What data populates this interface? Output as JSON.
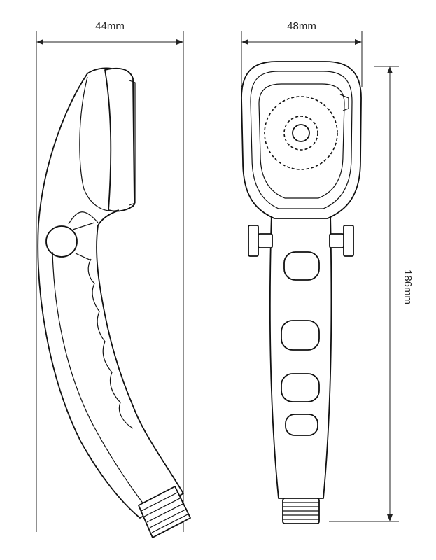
{
  "dimensions": {
    "side_width": "44mm",
    "front_width": "48mm",
    "height": "186mm"
  },
  "views": {
    "side": "shower-head-side-view",
    "front": "shower-head-front-view"
  }
}
